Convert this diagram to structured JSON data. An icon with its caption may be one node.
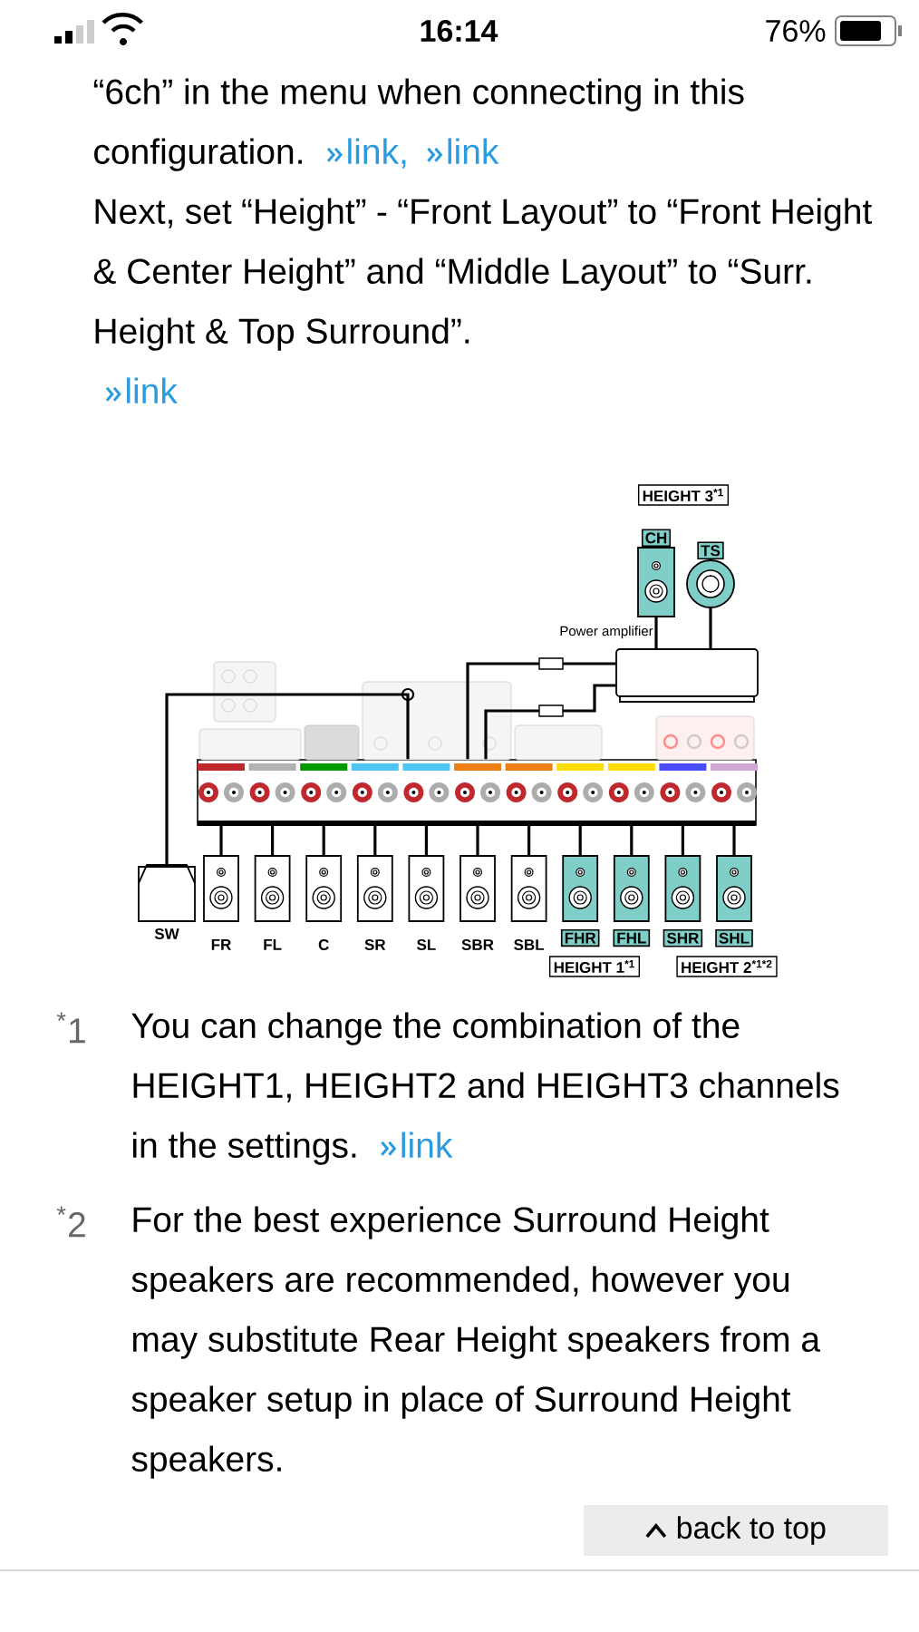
{
  "diagram": {
    "nodes": [
      {
        "text": [
          "CH"
        ]
      },
      {
        "text": [
          "TS"
        ]
      },
      {
        "text": [
          "Power amplifier"
        ]
      },
      {
        "text": [],
        "shape": "picture"
      },
      {
        "text": [
          "SW"
        ]
      },
      {
        "text": [
          "FR"
        ]
      },
      {
        "text": [
          "FL"
        ]
      },
      {
        "text": [
          "C"
        ]
      },
      {
        "text": [
          "SR"
        ]
      },
      {
        "text": [
          "SL"
        ]
      },
      {
        "text": [
          "SBR"
        ]
      },
      {
        "text": [
          "SBL"
        ]
      },
      {
        "text": [
          "FHR"
        ]
      },
      {
        "text": [
          "FHL"
        ]
      },
      {
        "text": [
          "SHR"
        ]
      },
      {
        "text": [
          "SHL"
        ]
      }
    ],
    "edges": [
      {
        "from": 2,
        "to": 0,
        "arrow": "none"
      },
      {
        "from": 2,
        "to": 1,
        "arrow": "none"
      },
      {
        "from": 3,
        "to": 2,
        "arrow": "none"
      },
      {
        "from": 3,
        "to": 2,
        "arrow": "none"
      },
      {
        "from": 3,
        "to": 4,
        "arrow": "none"
      },
      {
        "from": 3,
        "to": 5,
        "arrow": "none"
      },
      {
        "from": 3,
        "to": 6,
        "arrow": "none"
      },
      {
        "from": 3,
        "to": 7,
        "arrow": "none"
      },
      {
        "from": 3,
        "to": 8,
        "arrow": "none"
      },
      {
        "from": 3,
        "to": 9,
        "arrow": "none"
      },
      {
        "from": 3,
        "to": 10,
        "arrow": "none"
      },
      {
        "from": 3,
        "to": 11,
        "arrow": "none"
      },
      {
        "from": 3,
        "to": 12,
        "arrow": "none"
      },
      {
        "from": 3,
        "to": 13,
        "arrow": "none"
      },
      {
        "from": 3,
        "to": 14,
        "arrow": "none"
      },
      {
        "from": 3,
        "to": 15,
        "arrow": "none"
      }
    ],
    "labels": [
      "16:14",
      "76%",
      "“6ch” in the menu when connecting in this configuration.",
      "link,",
      "link",
      "Next, set “Height” - “Front Layout” to “Front Height & Center Height” and “Middle Layout” to “Surr. Height & Top Surround”.",
      "link",
      "HEIGHT 3$^{*1}$",
      "HEIGHT 1$^{*1}$",
      "HEIGHT 2$^{*1*2}$",
      "$^{*}$1",
      "You can change the combination of the HEIGHT1, HEIGHT2 and HEIGHT3 channels in the settings.",
      "link",
      "$^{*}$2",
      "For the best experience Surround Height speakers are recommended, however you may substitute Rear Height speakers from a speaker setup in place of Surround Height speakers.",
      "back to top"
    ]
  }
}
